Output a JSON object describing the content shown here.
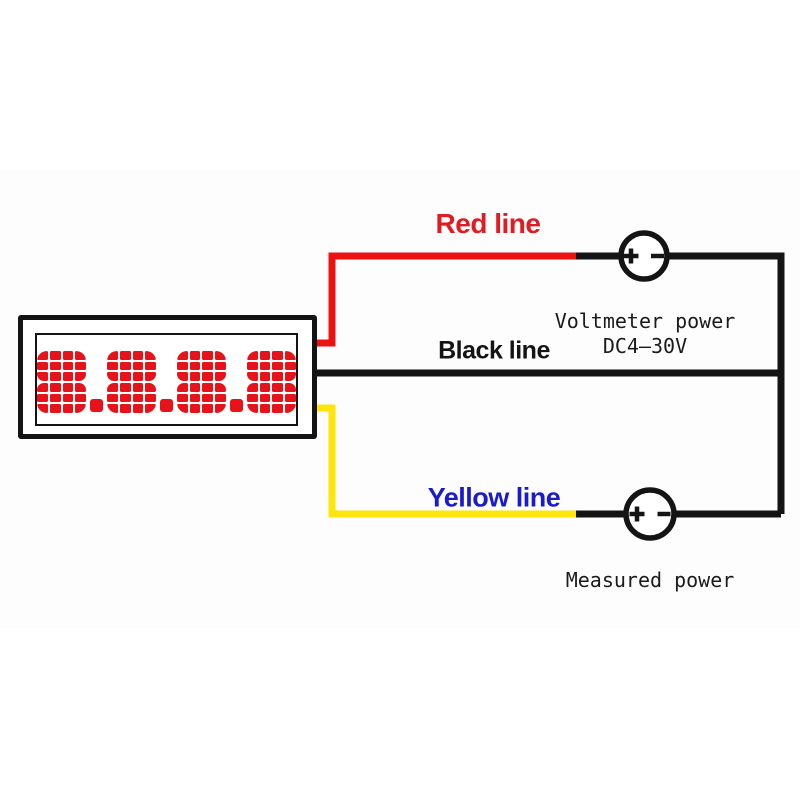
{
  "display": {
    "value": "8.8.8.8"
  },
  "wires": {
    "red": {
      "label": "Red line"
    },
    "black": {
      "label": "Black line"
    },
    "yellow": {
      "label": "Yellow line"
    }
  },
  "annotations": {
    "voltmeter_power_line1": "Voltmeter power",
    "voltmeter_power_line2": "DC4–30V",
    "measured_power": "Measured power"
  },
  "icons": {
    "voltmeter_power_source": "circle-plus-minus-icon",
    "measured_power_source": "circle-plus-minus-icon"
  },
  "colors": {
    "wire_red": "#ed1212",
    "wire_yellow": "#ffe50a",
    "wire_black": "#141414",
    "led_red": "#e8121a",
    "label_red": "#e11b22",
    "label_blue": "#1a1ad1",
    "label_black": "#141414"
  }
}
